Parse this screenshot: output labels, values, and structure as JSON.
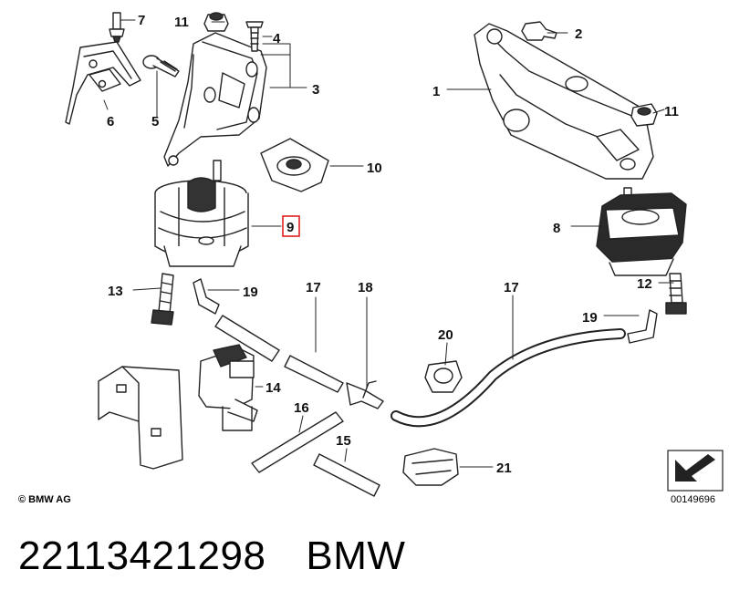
{
  "callouts": {
    "c1": "1",
    "c2": "2",
    "c3": "3",
    "c4": "4",
    "c5": "5",
    "c6": "6",
    "c7": "7",
    "c8": "8",
    "c9": "9",
    "c10": "10",
    "c11a": "11",
    "c11b": "11",
    "c12": "12",
    "c13": "13",
    "c14": "14",
    "c15": "15",
    "c16": "16",
    "c17a": "17",
    "c17b": "17",
    "c18": "18",
    "c19a": "19",
    "c19b": "19",
    "c20": "20",
    "c21": "21"
  },
  "copyright": "© BMW AG",
  "reference_code": "00149696",
  "footer": {
    "part_number": "22113421298",
    "brand": "BMW"
  },
  "colors": {
    "highlight_box": "#e02020",
    "line": "#222222",
    "fill_dark": "#2a2a2a"
  }
}
